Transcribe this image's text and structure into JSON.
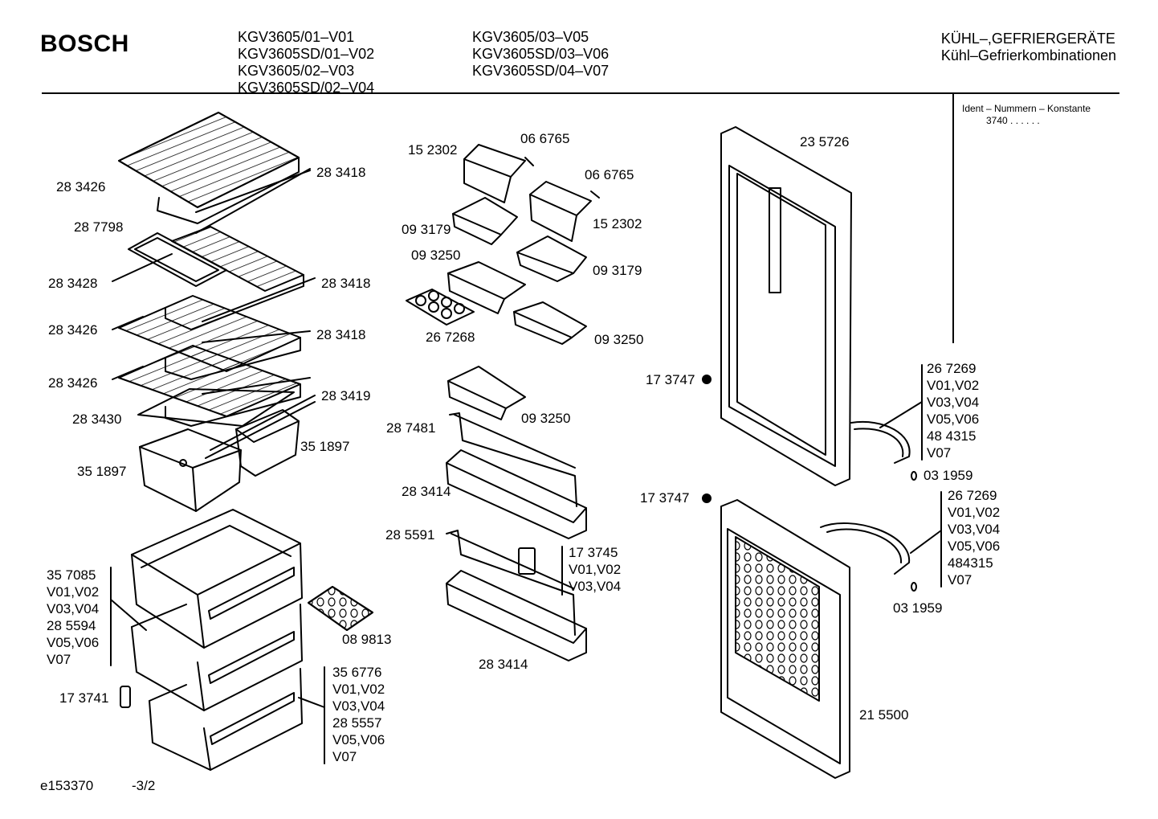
{
  "header": {
    "brand": "BOSCH",
    "models_col1": [
      "KGV3605/01–V01",
      "KGV3605SD/01–V02",
      "KGV3605/02–V03",
      "KGV3605SD/02–V04"
    ],
    "models_col2": [
      "KGV3605/03–V05",
      "KGV3605SD/03–V06",
      "KGV3605SD/04–V07"
    ],
    "category_line1": "KÜHL–,GEFRIERGERÄTE",
    "category_line2": "Kühl–Gefrierkombinationen"
  },
  "ident": {
    "title": "Ident – Nummern – Konstante",
    "value": "3740  .  .  .  .  .  ."
  },
  "part_labels": {
    "l_283426_top": "28 3426",
    "l_283418_a": "28 3418",
    "l_287798": "28 7798",
    "l_283428": "28 3428",
    "l_283418_b": "28 3418",
    "l_283426_mid": "28 3426",
    "l_283418_c": "28 3418",
    "l_283426_low": "28 3426",
    "l_283419": "28 3419",
    "l_283430": "28 3430",
    "l_351897_r": "35 1897",
    "l_351897_l": "35 1897",
    "l_089813": "08 9813",
    "l_173741": "17 3741",
    "l_152302_a": "15 2302",
    "l_066765_a": "06 6765",
    "l_066765_b": "06 6765",
    "l_152302_b": "15 2302",
    "l_093179_a": "09 3179",
    "l_093250_a": "09 3250",
    "l_093179_b": "09 3179",
    "l_267268": "26 7268",
    "l_093250_b": "09 3250",
    "l_093250_c": "09 3250",
    "l_287481": "28 7481",
    "l_283414_a": "28 3414",
    "l_285591": "28 5591",
    "l_283414_b": "28 3414",
    "l_235726": "23 5726",
    "l_173747_a": "17 3747",
    "l_173747_b": "17 3747",
    "l_031959_a": "03 1959",
    "l_031959_b": "03 1959",
    "l_215500": "21 5500"
  },
  "groups": {
    "crisper_a": [
      "35 7085",
      "V01,V02",
      "V03,V04",
      "28 5594",
      "V05,V06",
      "V07"
    ],
    "crisper_b": [
      "35 6776",
      "V01,V02",
      "V03,V04",
      "28 5557",
      "V05,V06",
      "V07"
    ],
    "clip": [
      "17 3745",
      "V01,V02",
      "V03,V04"
    ],
    "handle_a": [
      "26 7269",
      "V01,V02",
      "V03,V04",
      "V05,V06",
      "48 4315",
      "V07"
    ],
    "handle_b": [
      "26 7269",
      "V01,V02",
      "V03,V04",
      "V05,V06",
      "484315",
      "V07"
    ]
  },
  "footer": {
    "doc_id": "e153370",
    "page": "-3/2"
  }
}
